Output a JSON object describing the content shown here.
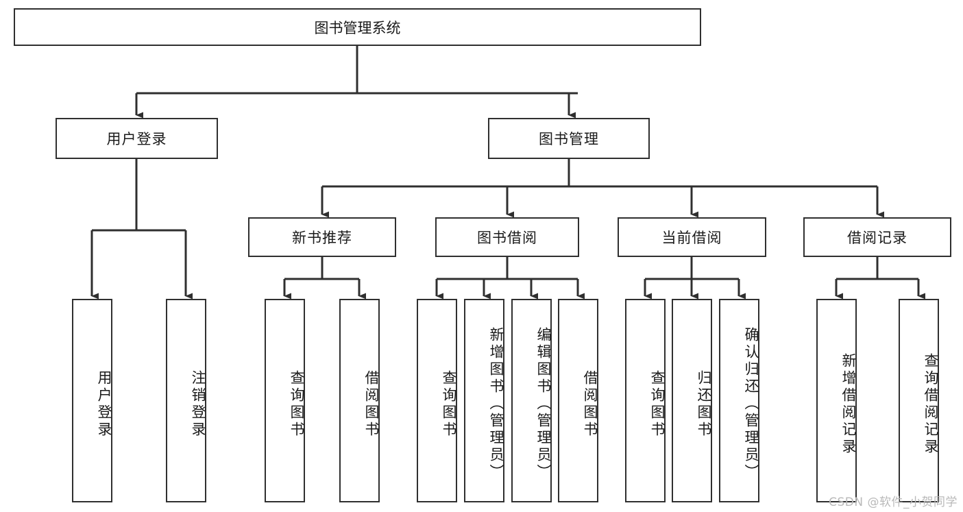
{
  "diagram": {
    "title": "图书管理系统",
    "type": "tree",
    "watermark": "CSDN @软件_小贺同学",
    "line_color": "#2f2f2f",
    "box_fill": "#ffffff",
    "nodes": {
      "root": {
        "label": "图书管理系统"
      },
      "level2": [
        {
          "label": "用户登录"
        },
        {
          "label": "图书管理"
        }
      ],
      "level3": [
        {
          "label": "新书推荐"
        },
        {
          "label": "图书借阅"
        },
        {
          "label": "当前借阅"
        },
        {
          "label": "借阅记录"
        }
      ],
      "leaves": {
        "user_login": [
          {
            "label": "用户登录"
          },
          {
            "label": "注销登录"
          }
        ],
        "new_book_rec": [
          {
            "label": "查询图书"
          },
          {
            "label": "借阅图书"
          }
        ],
        "book_borrow": [
          {
            "label": "查询图书"
          },
          {
            "label": "新增图书（管理员）"
          },
          {
            "label": "编辑图书（管理员）"
          },
          {
            "label": "借阅图书"
          }
        ],
        "current_borrow": [
          {
            "label": "查询图书"
          },
          {
            "label": "归还图书"
          },
          {
            "label": "确认归还（管理员）"
          }
        ],
        "borrow_record": [
          {
            "label": "新增借阅记录"
          },
          {
            "label": "查询借阅记录"
          }
        ]
      }
    }
  }
}
